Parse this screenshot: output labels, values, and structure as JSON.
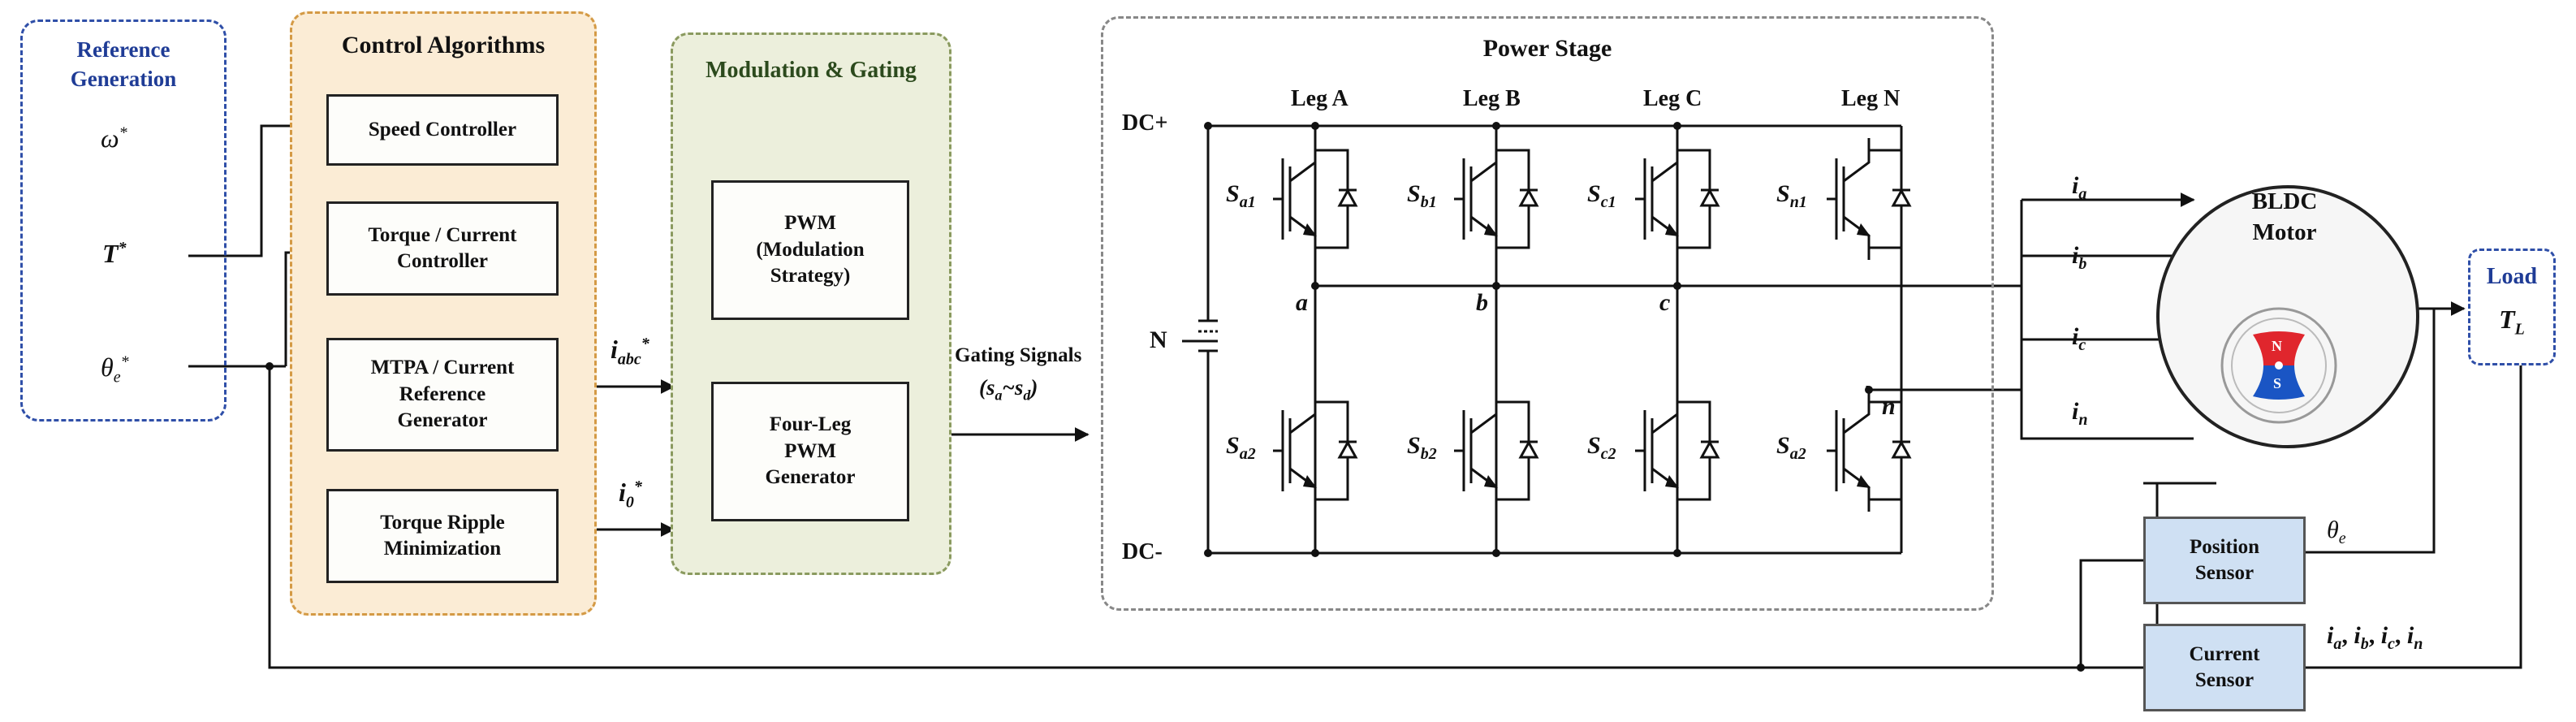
{
  "reference": {
    "title_line1": "Reference",
    "title_line2": "Generation",
    "omega_ref": "ω",
    "torque_ref": "T",
    "theta_ref": "θ",
    "theta_ref_sub": "e",
    "star": "*"
  },
  "control": {
    "title": "Control Algorithms",
    "speed_controller": "Speed Controller",
    "torque_line1": "Torque / Current",
    "torque_line2": "Controller",
    "mtpa_line1": "MTPA / Current",
    "mtpa_line2": "Reference",
    "mtpa_line3": "Generator",
    "ripple_line1": "Torque Ripple",
    "ripple_line2": "Minimization",
    "i_abc_main": "i",
    "i_abc_sub": "abc",
    "i_0_main": "i",
    "i_0_sub": "0",
    "star": "*"
  },
  "modulation": {
    "title": "Modulation & Gating",
    "pwm_line1": "PWM",
    "pwm_line2": "(Modulation",
    "pwm_line3": "Strategy)",
    "fourleg_line1": "Four-Leg",
    "fourleg_line2": "PWM",
    "fourleg_line3": "Generator"
  },
  "gating": {
    "label": "Gating Signals",
    "open": "(",
    "s_a": "s",
    "s_a_sub": "a",
    "tilde": "~",
    "s_d": "s",
    "s_d_sub": "d",
    "close": ")"
  },
  "power": {
    "title": "Power Stage",
    "dc_plus": "DC+",
    "dc_minus": "DC-",
    "neutral": "N",
    "legs": [
      "Leg A",
      "Leg B",
      "Leg C",
      "Leg N"
    ],
    "top_switch_main": [
      "S",
      "S",
      "S",
      "S"
    ],
    "top_switch_sub": [
      "a1",
      "b1",
      "c1",
      "n1"
    ],
    "bottom_switch_main": [
      "S",
      "S",
      "S",
      "S"
    ],
    "bottom_switch_sub": [
      "a2",
      "b2",
      "c2",
      "a2"
    ],
    "node_a": "a",
    "node_b": "b",
    "node_c": "c",
    "node_n": "n"
  },
  "currents": {
    "main": "i",
    "subs": [
      "a",
      "b",
      "c",
      "n"
    ]
  },
  "motor": {
    "line1": "BLDC",
    "line2": "Motor",
    "pole_n": "N",
    "pole_s": "S"
  },
  "load": {
    "title": "Load",
    "torque_main": "T",
    "torque_sub": "L"
  },
  "sensors": {
    "position_line1": "Position",
    "position_line2": "Sensor",
    "current_line1": "Current",
    "current_line2": "Sensor",
    "theta_main": "θ",
    "theta_sub": "e",
    "feedback": [
      {
        "main": "i",
        "sub": "a",
        "sep": ", "
      },
      {
        "main": "i",
        "sub": "b",
        "sep": ", "
      },
      {
        "main": "i",
        "sub": "c",
        "sep": ", "
      },
      {
        "main": "i",
        "sub": "n",
        "sep": ""
      }
    ]
  },
  "colors": {
    "reference_border": "#2f4fa8",
    "reference_text": "#1f3c96",
    "control_fill": "#fbecd5",
    "control_border": "#d49a45",
    "modulation_fill": "#ecefdc",
    "modulation_border": "#8a9a5f",
    "modulation_title": "#2c4a1d",
    "power_border": "#888888",
    "sensor_fill": "#cfe0f3",
    "load_border": "#2f4fa8",
    "magnet_red": "#e0262d",
    "magnet_blue": "#1a55c4"
  }
}
